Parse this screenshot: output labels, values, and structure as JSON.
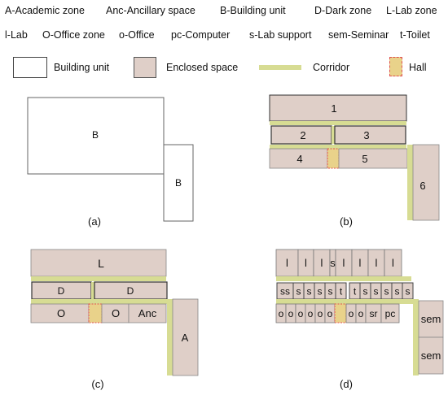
{
  "legend_line1": [
    "A-Academic zone",
    "Anc-Ancillary space",
    "B-Building unit",
    "D-Dark zone",
    "L-Lab zone"
  ],
  "legend_line2": [
    "l-Lab",
    "O-Office zone",
    "o-Office",
    "pc-Computer",
    "s-Lab support",
    "sem-Seminar",
    "t-Toilet"
  ],
  "key": {
    "building_unit": "Building unit",
    "enclosed_space": "Enclosed space",
    "corridor": "Corridor",
    "hall": "Hall"
  },
  "colors": {
    "enclosed": "#dfcfc8",
    "corridor": "#d7dc93",
    "hall_border": "#e05050",
    "outline": "#333333"
  },
  "panel_a": {
    "caption": "(a)",
    "unit_large": "B",
    "unit_small": "B"
  },
  "panel_b": {
    "caption": "(b)",
    "rooms": [
      "1",
      "2",
      "3",
      "4",
      "5",
      "6"
    ]
  },
  "panel_c": {
    "caption": "(c)",
    "lab_zone": "L",
    "dark_left": "D",
    "dark_right": "D",
    "office_left": "O",
    "office_right": "O",
    "ancillary": "Anc",
    "academic": "A"
  },
  "panel_d": {
    "caption": "(d)",
    "row1": [
      "l",
      "l",
      "l",
      "s",
      "l",
      "l",
      "l",
      "l"
    ],
    "row2": [
      "ss",
      "s",
      "s",
      "s",
      "s",
      "t",
      "t",
      "s",
      "s",
      "s",
      "s",
      "s"
    ],
    "row3": [
      "o",
      "o",
      "o",
      "o",
      "o",
      "o",
      "o",
      "o",
      "sr",
      "pc"
    ],
    "sem": [
      "sem",
      "sem"
    ]
  }
}
